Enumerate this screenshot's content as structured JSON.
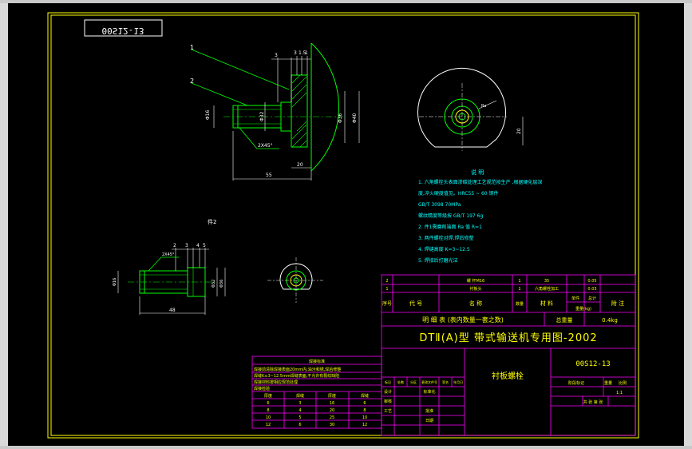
{
  "drawing": {
    "corner_code": "00S12-13",
    "main_title": "DTⅡ(A)型  带式输送机专用图-2002",
    "part_name": "衬板螺栓",
    "doc_code": "00S12-13",
    "alt_view_label": "件2",
    "colors": {
      "background": "#000000",
      "frame": "#ffff00",
      "table": "#ff00ff",
      "geometry": "#00ff00",
      "dims": "#ffffff",
      "notes": "#00ffff"
    }
  },
  "main_view": {
    "callouts": [
      "1",
      "2"
    ],
    "dims": {
      "top_a": "3",
      "top_b": "3",
      "top_c": "1.5",
      "top_d": "1",
      "d_head": "Φ16",
      "d_shank": "Φ32",
      "d_outer": "Φ36",
      "d_arc": "Φ40",
      "chamfer": "2X45°",
      "length": "55",
      "length2": "20"
    }
  },
  "piece2": {
    "dims": {
      "a": "2",
      "b": "3",
      "c": "4",
      "d": "5",
      "chamfer": "2X45°",
      "length": "48",
      "dia1": "Φ16",
      "dia2": "Φ32",
      "dia3": "Φ36"
    }
  },
  "circle_view": {
    "dim": "20",
    "mark": "Ra"
  },
  "notes": {
    "title": "说  明",
    "lines": [
      "1. 六角螺栓头表面渗碳处理工艺规范按生产 ,根据硬化层深",
      "   度,淬火硬度值见。HRC55 ~ 60 钢件",
      "   GB/T 3098 70MPa",
      "   螺纹精度等级按 GB/T 197 6g",
      "2. 件1需磨削端面 Ra 值 R=1",
      "3. 两件螺栓对焊,焊后修整",
      "4. 焊缝高度 K=3~12.5",
      "5. 焊接后打磨光洁"
    ]
  },
  "parts_table": {
    "rows": [
      {
        "no": "2",
        "code": "",
        "name": "螺 杆M16",
        "qty": "1",
        "material": "35",
        "weight": "0.05",
        "note": ""
      },
      {
        "no": "1",
        "code": "",
        "name": "衬板头",
        "qty": "1",
        "material": "六角螺栓加工",
        "weight": "0.03",
        "note": ""
      }
    ],
    "headers": {
      "no": "序号",
      "code": "代  号",
      "name": "名    称",
      "qty": "数量",
      "material": "材  料",
      "unit": "单件",
      "total": "总计",
      "weight_unit": "重量(kg)",
      "note": "附  注"
    },
    "summary_label": "明  细  表  (表内数量一套之数)",
    "total_weight_label": "总重量",
    "total_weight": "0.4kg"
  },
  "tech_table": {
    "title": "焊接标准",
    "lines": [
      "焊接前清除焊接表面20mm内,油污和锈,焊后修整",
      "焊缝K≥3~12.5mm焊缝表面,不允许有裂纹缺陷",
      "焊接材料按相应规范处理",
      "焊接检验"
    ],
    "headers": [
      "厚度",
      "焊缝",
      "厚度",
      "焊缝"
    ],
    "rows": [
      [
        "6",
        "3",
        "16",
        "6"
      ],
      [
        "8",
        "4",
        "20",
        "8"
      ],
      [
        "10",
        "5",
        "25",
        "10"
      ],
      [
        "12",
        "6",
        "30",
        "12"
      ]
    ]
  },
  "title_block": {
    "labels": [
      "标记",
      "处数",
      "分区",
      "更改文件号",
      "签名",
      "年月日",
      "设计",
      "标准化",
      "审核",
      "工艺",
      "批准",
      "日期",
      "阶段标记",
      "重量",
      "比例"
    ],
    "scale": "1:1",
    "sheets": "共  张  第  张"
  }
}
